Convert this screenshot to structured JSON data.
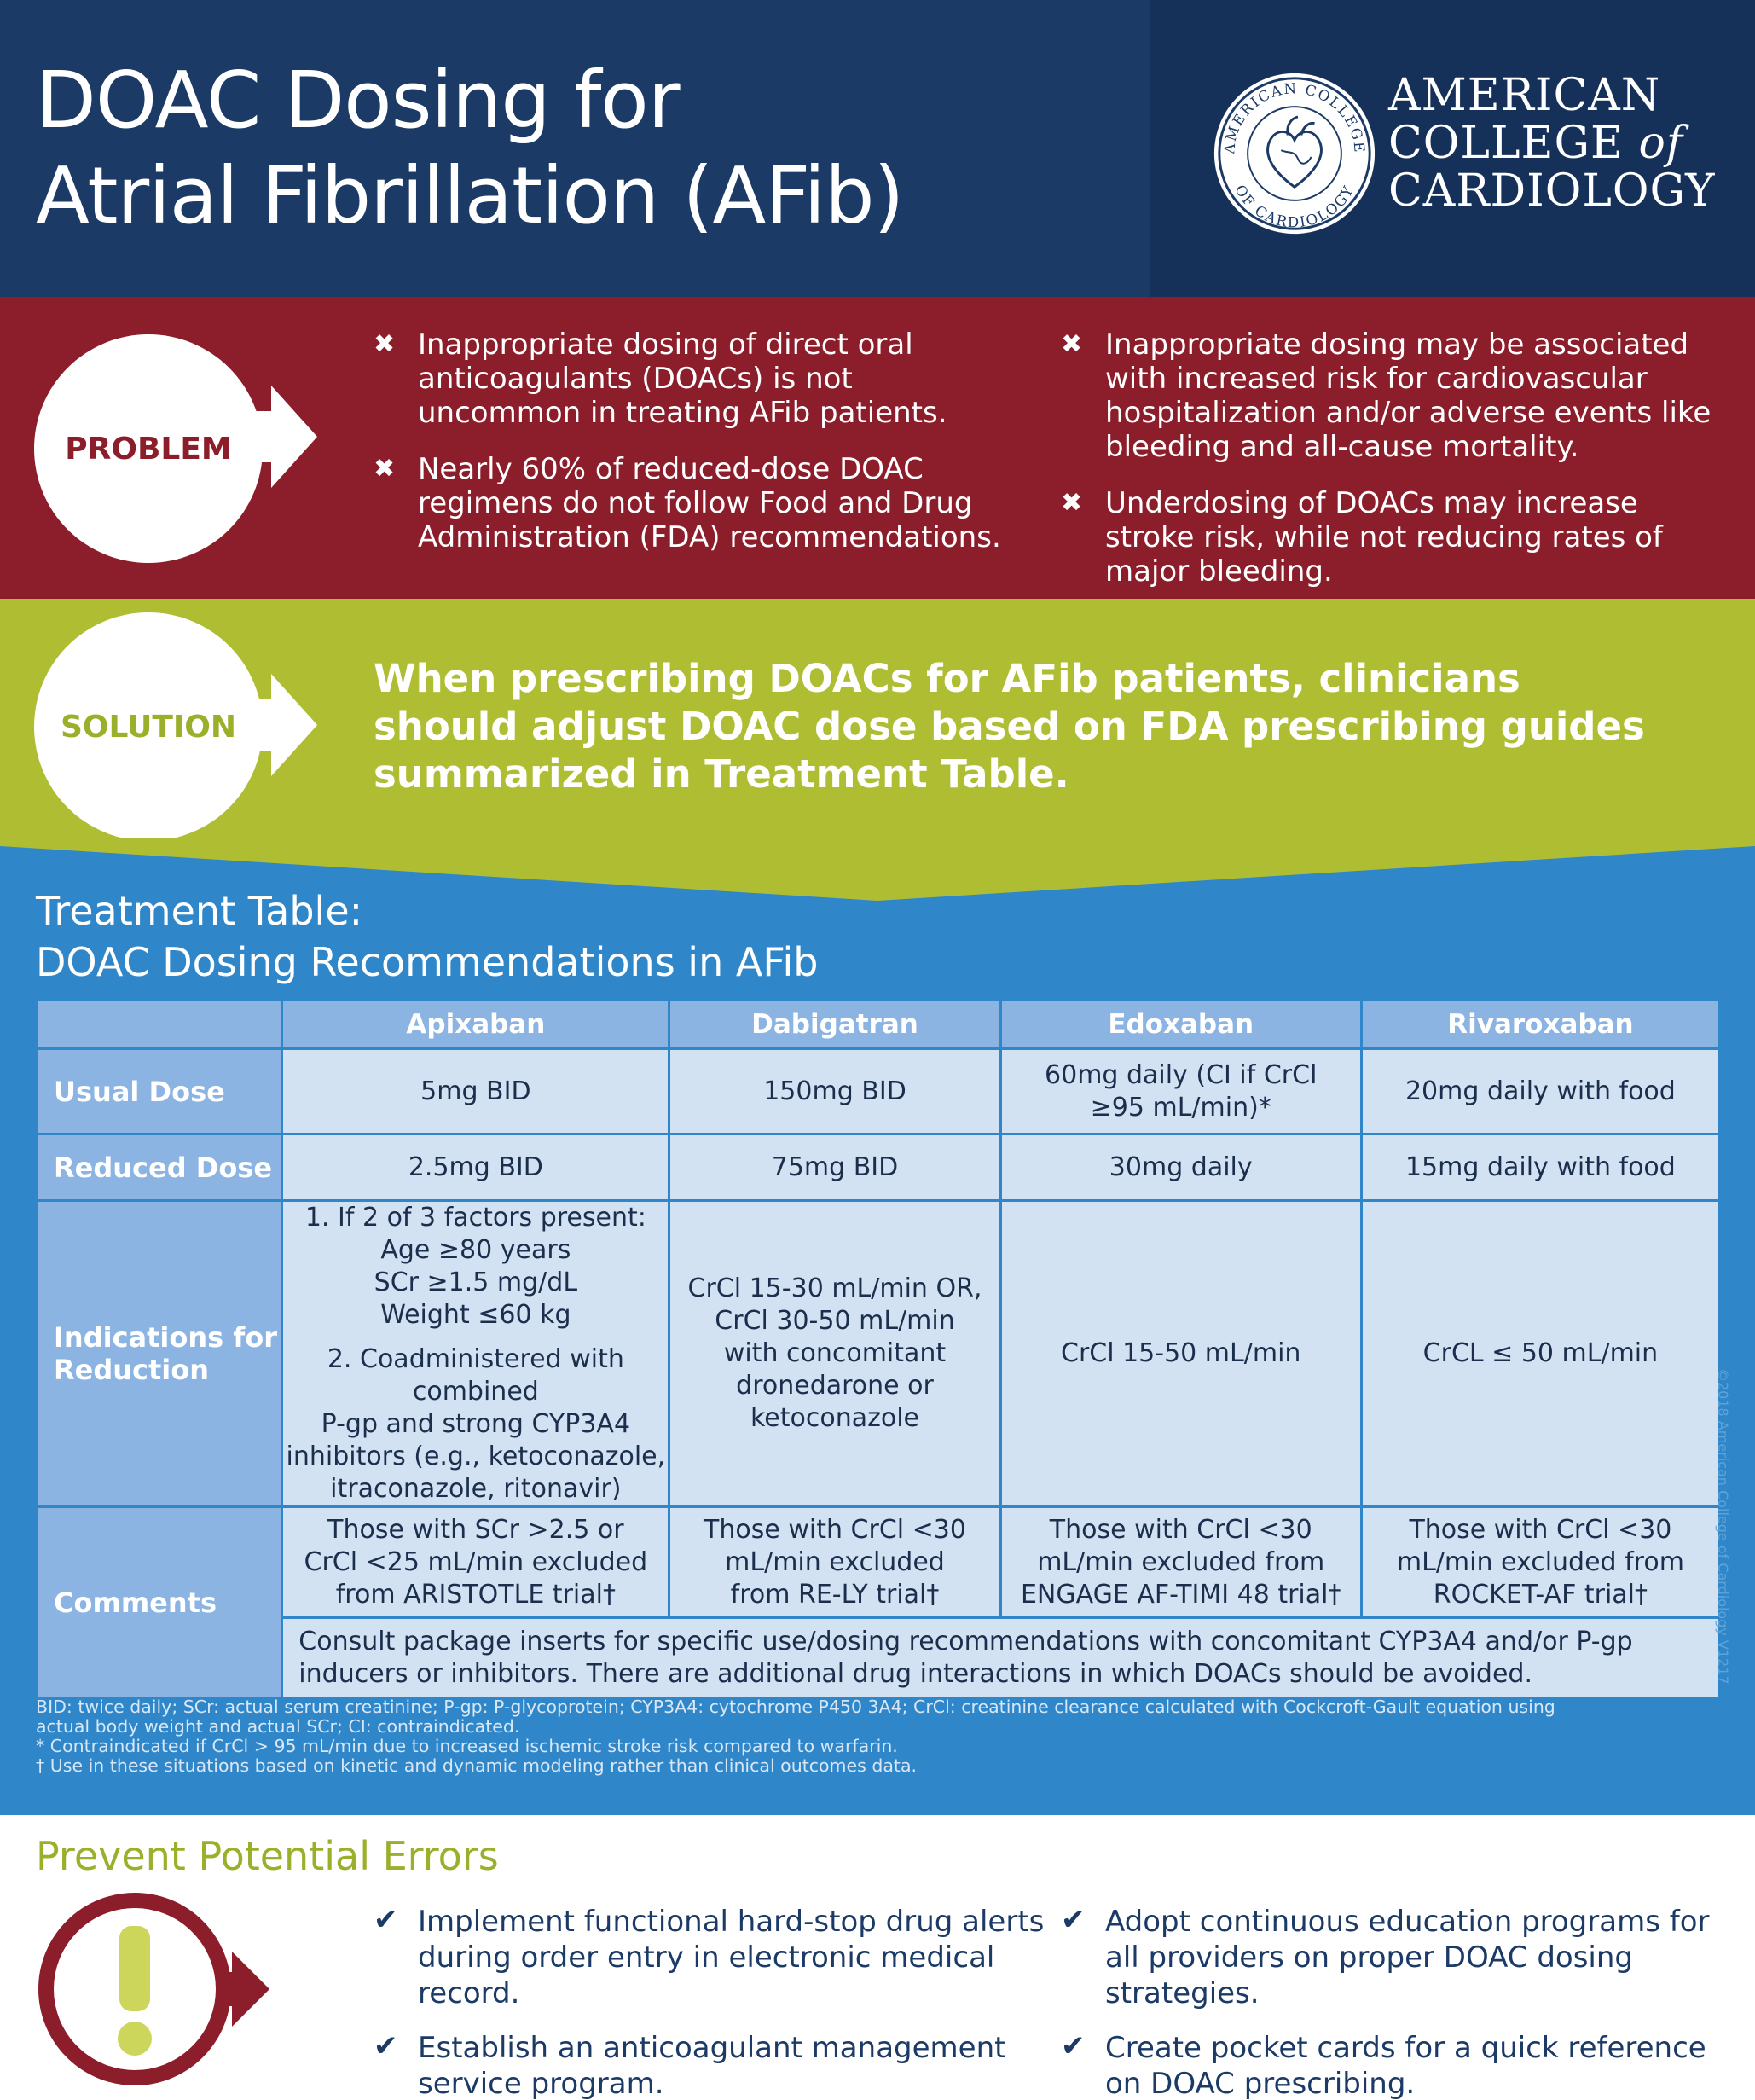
{
  "header": {
    "title_line1": "DOAC Dosing for",
    "title_line2": "Atrial Fibrillation (AFib)",
    "org_line1": "AMERICAN",
    "org_line2a": "COLLEGE",
    "org_line2b": "of",
    "org_line3": "CARDIOLOGY",
    "seal_text_top": "AMERICAN COLLEGE",
    "seal_text_bottom": "OF CARDIOLOGY"
  },
  "problem": {
    "label": "PROBLEM",
    "bullet_icon": "x-mark-icon",
    "col1": [
      "Inappropriate dosing of direct oral anticoagulants (DOACs) is not uncommon in treating AFib patients.",
      "Nearly 60% of reduced-dose DOAC regimens do not follow Food and Drug Administration (FDA) recommendations."
    ],
    "col2": [
      "Inappropriate dosing may be associated with increased risk for cardiovascular hospitalization and/or adverse events like bleeding and all-cause mortality.",
      "Underdosing of DOACs may increase stroke risk, while not reducing rates of major bleeding."
    ]
  },
  "solution": {
    "label": "SOLUTION",
    "text": "When prescribing DOACs for AFib patients, clinicians should adjust DOAC dose based on FDA prescribing guides summarized in Treatment Table."
  },
  "table_section": {
    "title_line1": "Treatment Table:",
    "title_line2": "DOAC Dosing Recommendations in AFib",
    "columns": [
      "Apixaban",
      "Dabigatran",
      "Edoxaban",
      "Rivaroxaban"
    ],
    "rows": {
      "usual": {
        "label": "Usual Dose",
        "cells": [
          "5mg BID",
          "150mg BID",
          "60mg daily (CI if CrCl ≥95 mL/min)*",
          "20mg daily with food"
        ]
      },
      "reduced": {
        "label": "Reduced Dose",
        "cells": [
          "2.5mg BID",
          "75mg BID",
          "30mg daily",
          "15mg daily with food"
        ]
      },
      "indications": {
        "label": "Indications for Reduction",
        "apixaban_lines": [
          "1. If 2 of 3 factors present:",
          "Age ≥80 years",
          "SCr ≥1.5 mg/dL",
          "Weight ≤60 kg"
        ],
        "apixaban_lines2": [
          "2. Coadministered with combined",
          "P-gp and strong CYP3A4",
          "inhibitors (e.g., ketoconazole,",
          "itraconazole, ritonavir)"
        ],
        "dabigatran_lines": [
          "CrCl 15-30 mL/min OR,",
          "CrCl 30-50 mL/min",
          "with concomitant",
          "dronedarone or",
          "ketoconazole"
        ],
        "edoxaban": "CrCl 15-50 mL/min",
        "rivaroxaban": "CrCL ≤ 50 mL/min"
      },
      "comments": {
        "label": "Comments",
        "cells": [
          "Those with SCr >2.5 or CrCl <25 mL/min excluded from ARISTOTLE trial†",
          "Those with CrCl <30 mL/min excluded from RE-LY trial†",
          "Those with CrCl <30 mL/min excluded from ENGAGE AF-TIMI 48 trial†",
          "Those with CrCl <30 mL/min excluded from ROCKET-AF trial†"
        ],
        "note": "Consult package inserts for specific use/dosing recommendations with concomitant CYP3A4 and/or P-gp inducers or inhibitors. There are additional drug interactions in which DOACs should be avoided."
      }
    },
    "footnotes": [
      "BID: twice daily; SCr: actual serum creatinine; P-gp: P-glycoprotein; CYP3A4: cytochrome P450 3A4; CrCl: creatinine clearance calculated with Cockcroft-Gault equation using",
      "actual body weight and actual SCr; CI: contraindicated.",
      "* Contraindicated if CrCl > 95 mL/min due to increased ischemic stroke risk compared to warfarin.",
      "† Use in these situations based on kinetic and dynamic modeling rather than clinical outcomes data."
    ],
    "copyright": "©2018 American College of Cardiology V1217"
  },
  "prevent": {
    "title": "Prevent Potential Errors",
    "icon": "exclamation-icon",
    "bullet_icon": "checkmark-icon",
    "col1": [
      "Implement functional hard-stop drug alerts during order entry in electronic medical record.",
      "Establish an anticoagulant management service program."
    ],
    "col2": [
      "Adopt continuous education programs for all providers on proper DOAC dosing strategies.",
      "Create pocket cards for a quick reference on DOAC prescribing."
    ]
  },
  "colors": {
    "navy": "#1b3a66",
    "problem_red": "#8c1d2a",
    "solution_green": "#aebd32",
    "table_blue": "#2f86c9",
    "header_cell": "#8bb4e2",
    "body_cell": "#d3e2f3",
    "prevent_green": "#9caf2a",
    "exclaim_yellow": "#cbd65a"
  }
}
